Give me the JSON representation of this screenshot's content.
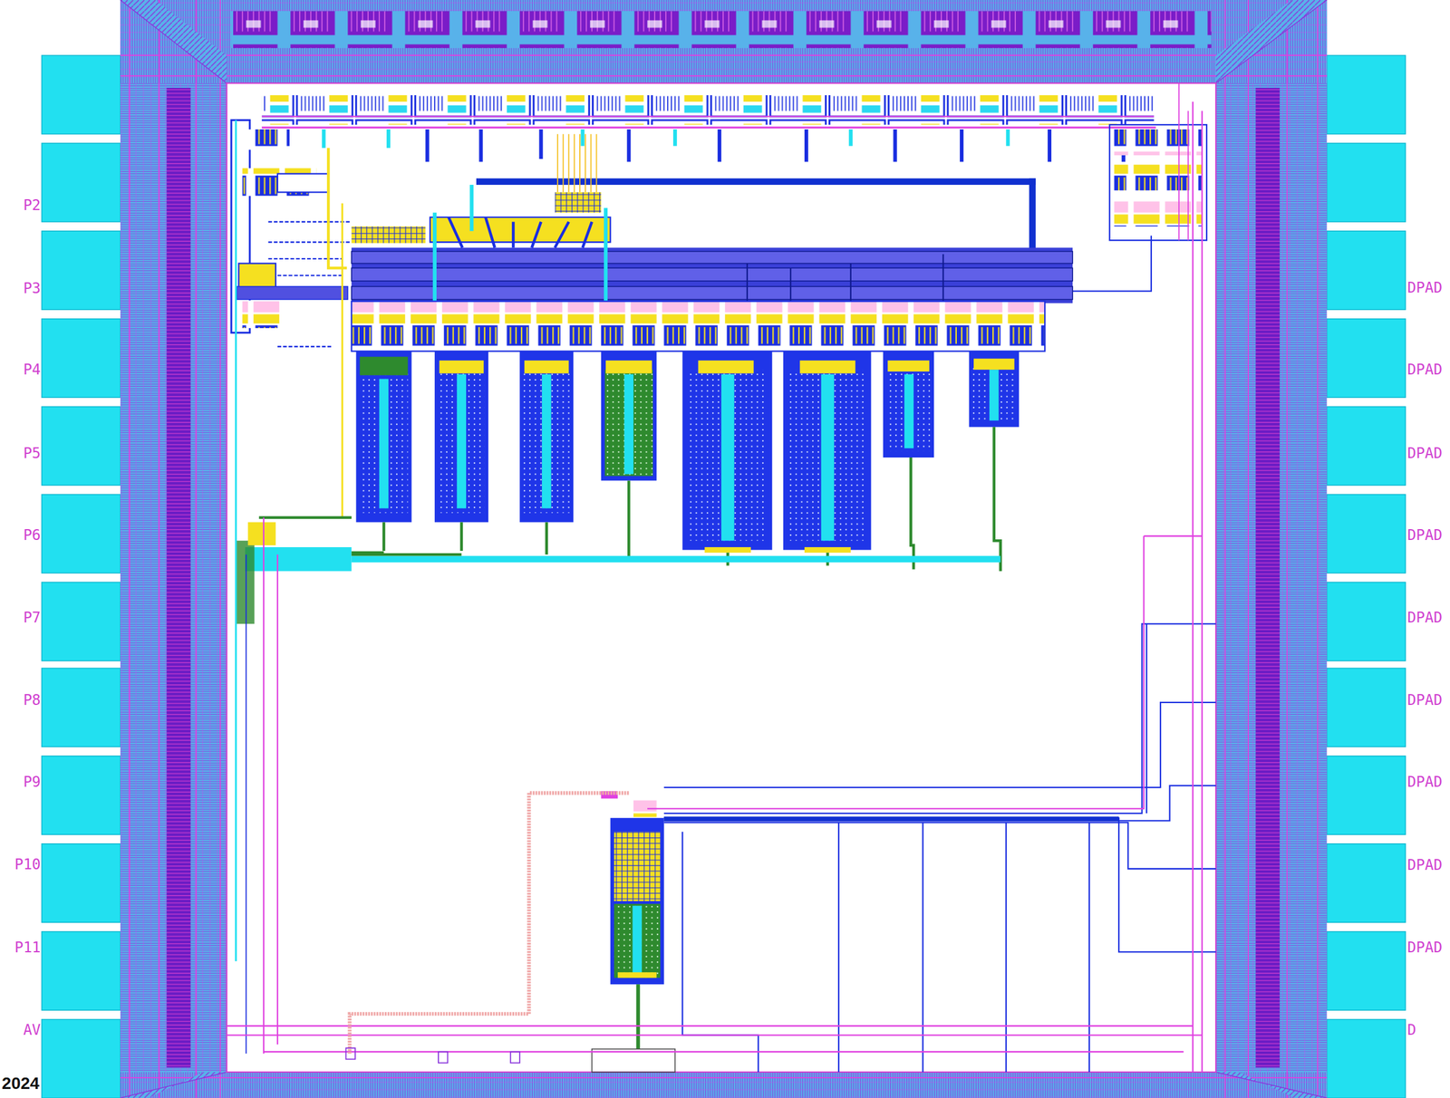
{
  "diagram": {
    "labels": [
      "P2",
      "P3",
      "P4",
      "P5",
      "P6",
      "P7",
      "P8",
      "P9",
      "P10",
      "P11",
      "AV",
      "DPAD",
      "DPAD",
      "DPAD",
      "DPAD",
      "DPAD",
      "DPAD",
      "DPAD",
      "DPAD",
      "DPAD",
      "D",
      "2024"
    ]
  }
}
